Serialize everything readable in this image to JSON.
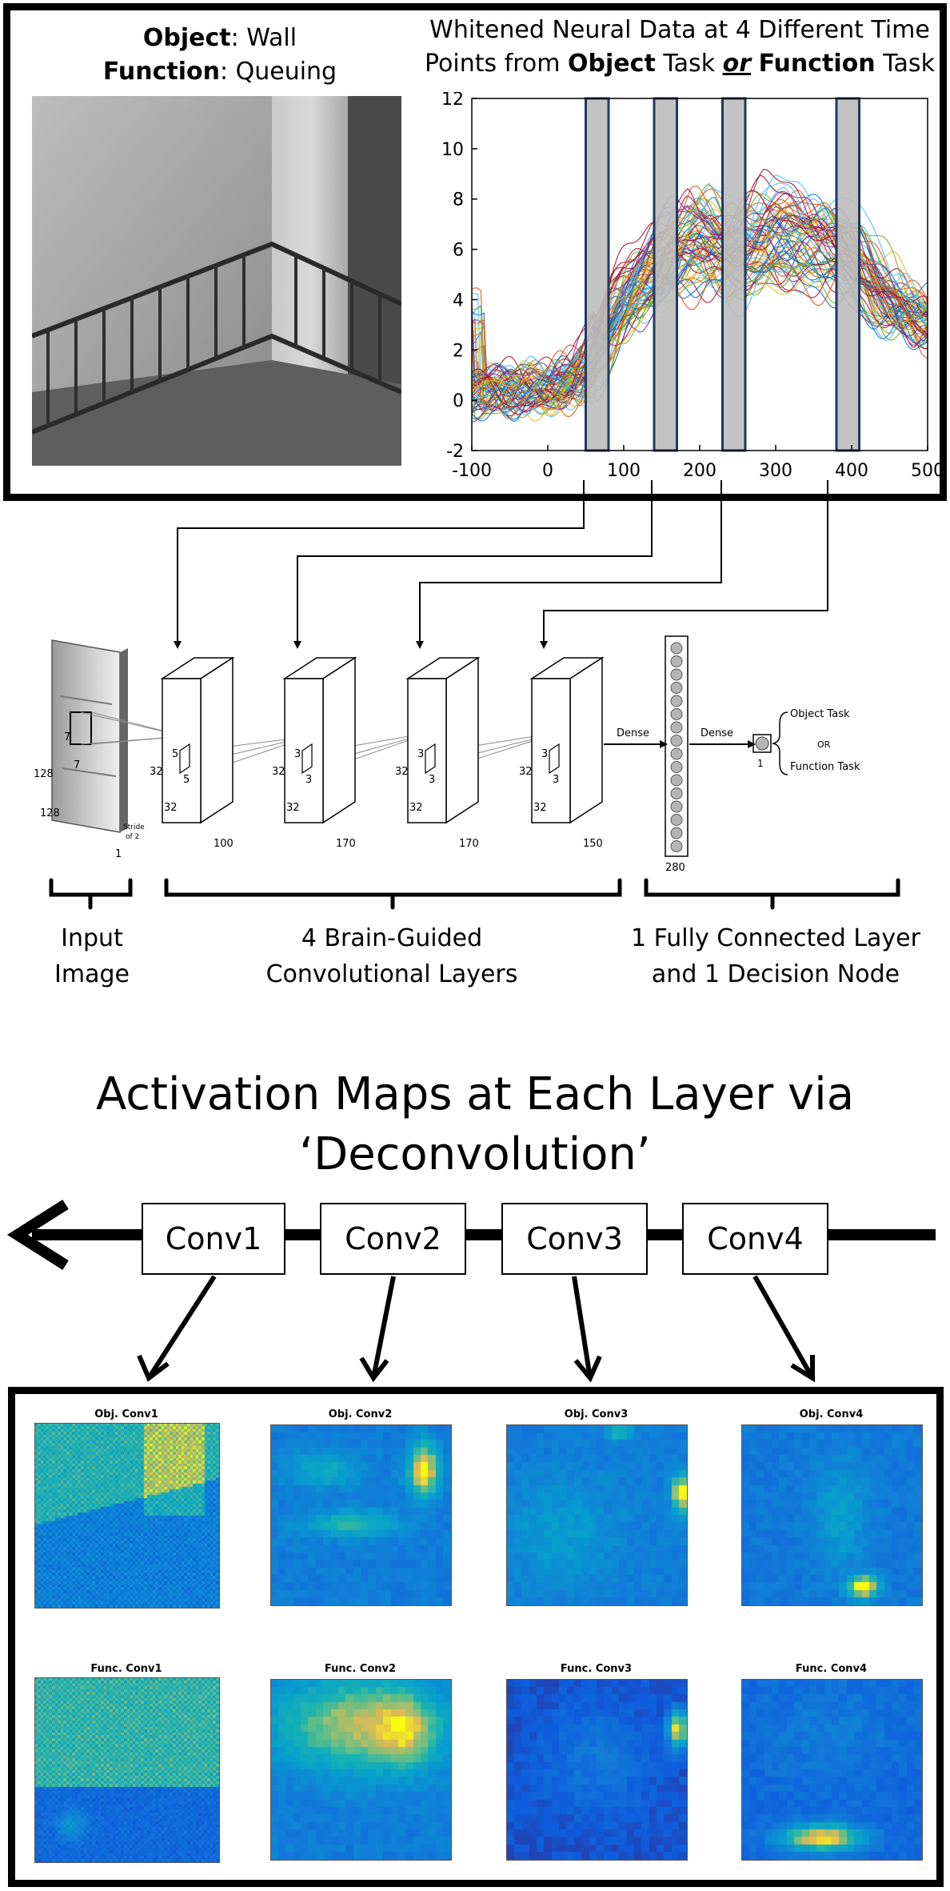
{
  "top_panel": {
    "object_label": "Object",
    "object_value": ": Wall",
    "function_label": "Function",
    "function_value": ": Queuing",
    "plot_title_line1": "Whitened Neural Data at 4 Different Time",
    "plot_title_line2_a": "Points from ",
    "plot_title_line2_object": "Object",
    "plot_title_line2_b": " Task ",
    "plot_title_line2_or": "or",
    "plot_title_line2_function": "Function",
    "plot_title_line2_c": " Task"
  },
  "chart_data": {
    "type": "line",
    "title": "Whitened Neural Data at 4 Different Time Points from Object Task or Function Task",
    "xlim": [
      -100,
      500
    ],
    "ylim": [
      -2,
      12
    ],
    "x_ticks": [
      -100,
      0,
      100,
      200,
      300,
      400,
      500
    ],
    "y_ticks": [
      -2,
      0,
      2,
      4,
      6,
      8,
      10,
      12
    ],
    "highlight_windows": [
      [
        50,
        80
      ],
      [
        140,
        170
      ],
      [
        230,
        260
      ],
      [
        380,
        410
      ]
    ],
    "mean_profile_x": [
      -100,
      0,
      50,
      100,
      150,
      200,
      250,
      300,
      350,
      400,
      450,
      500
    ],
    "mean_profile_y": [
      0.3,
      0.5,
      1.0,
      4.0,
      5.5,
      6.8,
      6.0,
      6.8,
      6.5,
      6.0,
      4.2,
      3.0
    ]
  },
  "architecture": {
    "input_sizes": [
      "7",
      "7",
      "128",
      "128",
      "1"
    ],
    "stride_line1": "Stride",
    "stride_line2": "of 2",
    "layers": [
      {
        "h": "32",
        "w": "32",
        "depth": "100",
        "k1": "5",
        "k2": "5"
      },
      {
        "h": "32",
        "w": "32",
        "depth": "170",
        "k1": "3",
        "k2": "3"
      },
      {
        "h": "32",
        "w": "32",
        "depth": "170",
        "k1": "3",
        "k2": "3"
      },
      {
        "h": "32",
        "w": "32",
        "depth": "150",
        "k1": "3",
        "k2": "3"
      }
    ],
    "dense1": "Dense",
    "dense2": "Dense",
    "fc_size": "280",
    "decision_size": "1",
    "out_object": "Object Task",
    "out_or": "OR",
    "out_function": "Function Task",
    "group_input_line1": "Input",
    "group_input_line2": "Image",
    "group_conv_line1": "4 Brain-Guided",
    "group_conv_line2": "Convolutional Layers",
    "group_fc_line1": "1 Fully Connected Layer",
    "group_fc_line2": "and 1 Decision Node"
  },
  "activation": {
    "heading_line1": "Activation Maps at Each Layer via",
    "heading_line2": "‘Deconvolution’",
    "conv_labels": [
      "Conv1",
      "Conv2",
      "Conv3",
      "Conv4"
    ],
    "map_titles_obj": [
      "Obj. Conv1",
      "Obj. Conv2",
      "Obj. Conv3",
      "Obj. Conv4"
    ],
    "map_titles_func": [
      "Func. Conv1",
      "Func. Conv2",
      "Func. Conv3",
      "Func. Conv4"
    ]
  }
}
